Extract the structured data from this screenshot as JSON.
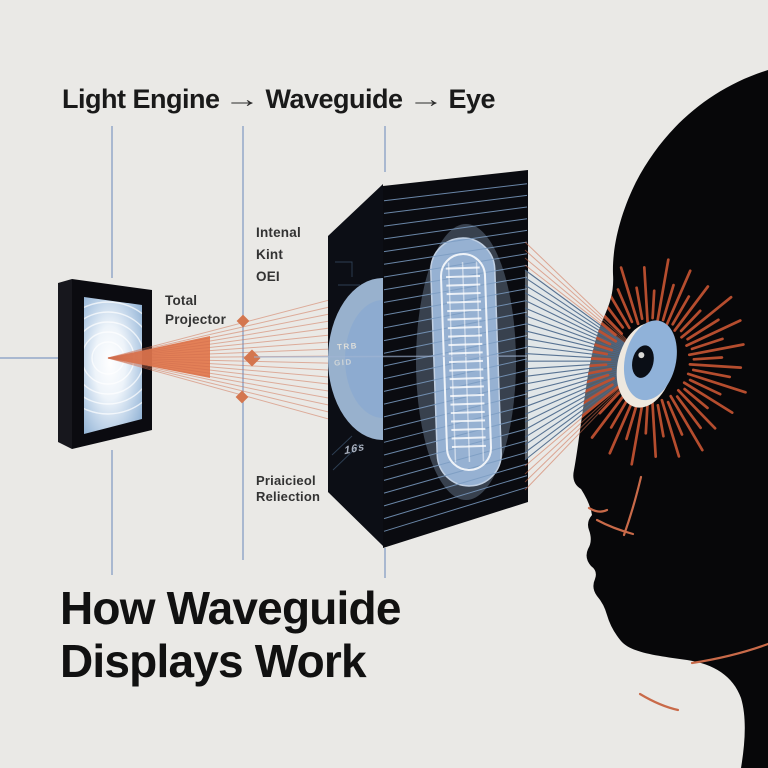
{
  "header": {
    "items": [
      {
        "label": "Light Engine"
      },
      {
        "label": "Waveguide"
      },
      {
        "label": "Eye"
      }
    ],
    "arrow_glyph": "→"
  },
  "annotations": {
    "projector_l1": "Total",
    "projector_l2": "Projector",
    "internal_l1": "Intenal",
    "internal_l2": "Kint",
    "internal_l3": "OEI",
    "reflection_l1": "Priaicieol",
    "reflection_l2": "Reliection",
    "mark_top": "TRB",
    "mark_mid": "GID",
    "mark_corner": "16s"
  },
  "title": {
    "l1": "How Waveguide",
    "l2": "Displays Work"
  },
  "colors": {
    "background": "#eae9e6",
    "text_ink": "#1a1a1a",
    "label_ink": "#333333",
    "guide_blue": "#8aa2c6",
    "diamond_orange": "#d4764f",
    "cone_orange": "#e2764b",
    "ray_salmon": "#d06e4e",
    "ray_steel": "#4a678a",
    "grating_blue": "#7b9cc2",
    "panel_black": "#0a0b10",
    "lens_blue": "#a5bfdd",
    "capsule_blue": "#9cb8da",
    "starburst_orange": "#bf5131",
    "iris_blue": "#90b2d9",
    "head_black": "#070709",
    "face_accent": "#c96a49"
  }
}
